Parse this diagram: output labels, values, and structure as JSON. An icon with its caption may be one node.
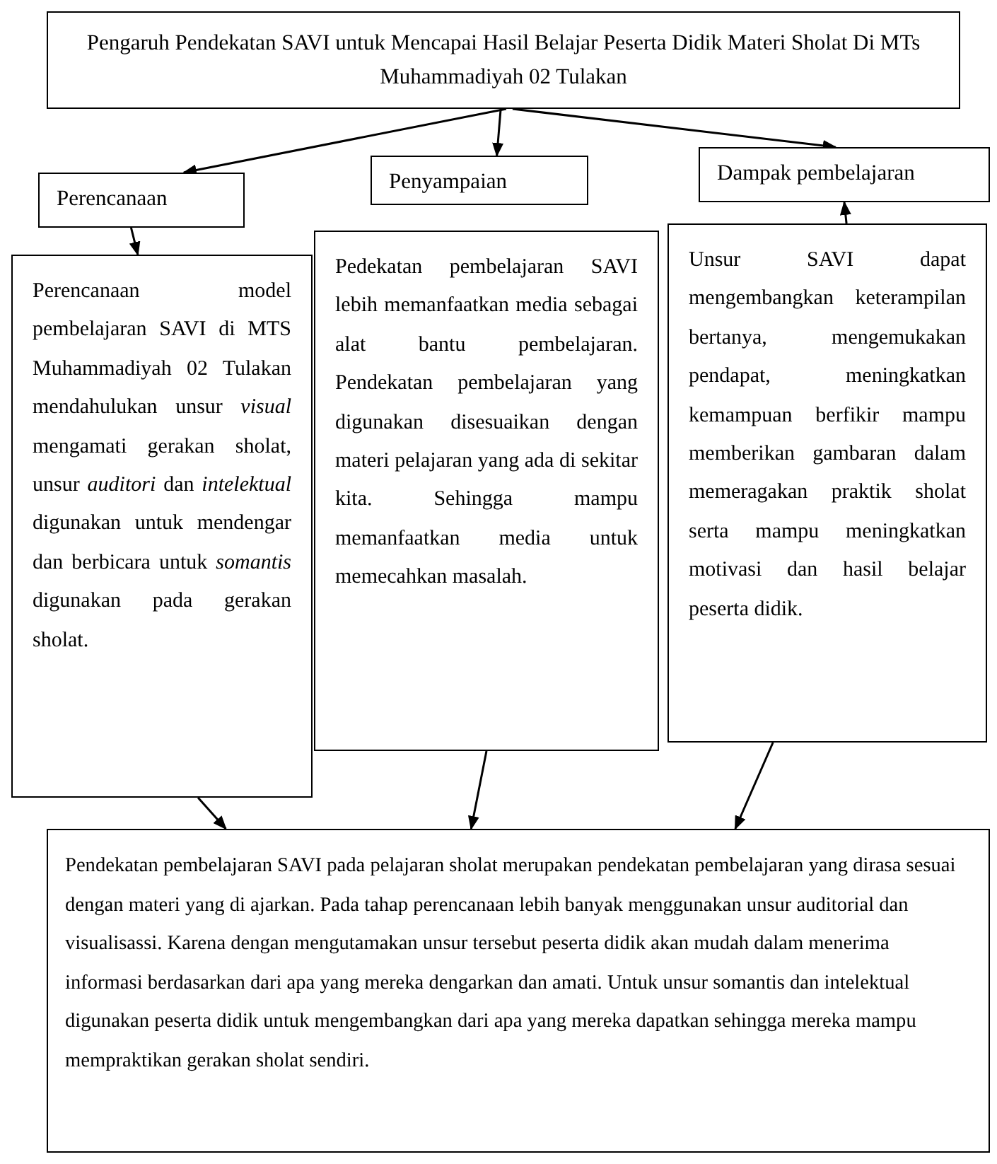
{
  "diagram": {
    "nodes": [
      {
        "text": [
          "Pengaruh Pendekatan SAVI untuk Mencapai Hasil Belajar Peserta Didik Materi Sholat Di MTs Muhammadiyah 02 Tulakan"
        ]
      },
      {
        "text": [
          "Perencanaan"
        ]
      },
      {
        "text": [
          "Penyampaian"
        ]
      },
      {
        "text": [
          "Dampak pembelajaran"
        ]
      },
      {
        "text": [
          "Perencanaan model pembelajaran SAVI di MTS Muhammadiyah 02 Tulakan mendahulukan unsur *visual* mengamati gerakan sholat, unsur *auditori* dan *intelektual* digunakan untuk mendengar dan berbicara untuk *somantis* digunakan pada gerakan sholat."
        ]
      },
      {
        "text": [
          "Pedekatan pembelajaran SAVI lebih memanfaatkan media sebagai alat bantu pembelajaran. Pendekatan pembelajaran yang digunakan disesuaikan dengan materi pelajaran yang ada di sekitar kita. Sehingga mampu memanfaatkan media untuk memecahkan masalah."
        ]
      },
      {
        "text": [
          "Unsur SAVI dapat mengembangkan keterampilan bertanya, mengemukakan pendapat, meningkatkan kemampuan berfikir mampu memberikan gambaran dalam memeragakan praktik sholat serta mampu meningkatkan motivasi dan hasil belajar peserta didik."
        ]
      },
      {
        "text": [
          "Pendekatan pembelajaran SAVI pada pelajaran sholat merupakan pendekatan pembelajaran yang dirasa sesuai dengan materi yang di ajarkan. Pada tahap perencanaan lebih banyak menggunakan unsur auditorial dan visualisassi. Karena dengan mengutamakan unsur tersebut peserta didik akan mudah dalam menerima informasi berdasarkan dari apa yang mereka dengarkan dan amati. Untuk unsur somantis dan intelektual digunakan peserta didik untuk mengembangkan dari apa yang mereka dapatkan sehingga mereka mampu mempraktikan gerakan sholat sendiri."
        ]
      }
    ],
    "edges": [
      {
        "from": 0,
        "to": 1,
        "arrow": "to"
      },
      {
        "from": 0,
        "to": 2,
        "arrow": "to"
      },
      {
        "from": 0,
        "to": 3,
        "arrow": "to"
      },
      {
        "from": 1,
        "to": 4,
        "arrow": "to"
      },
      {
        "from": 6,
        "to": 3,
        "arrow": "to"
      },
      {
        "from": 4,
        "to": 7,
        "arrow": "to"
      },
      {
        "from": 5,
        "to": 7,
        "arrow": "to"
      },
      {
        "from": 6,
        "to": 7,
        "arrow": "to"
      }
    ]
  }
}
